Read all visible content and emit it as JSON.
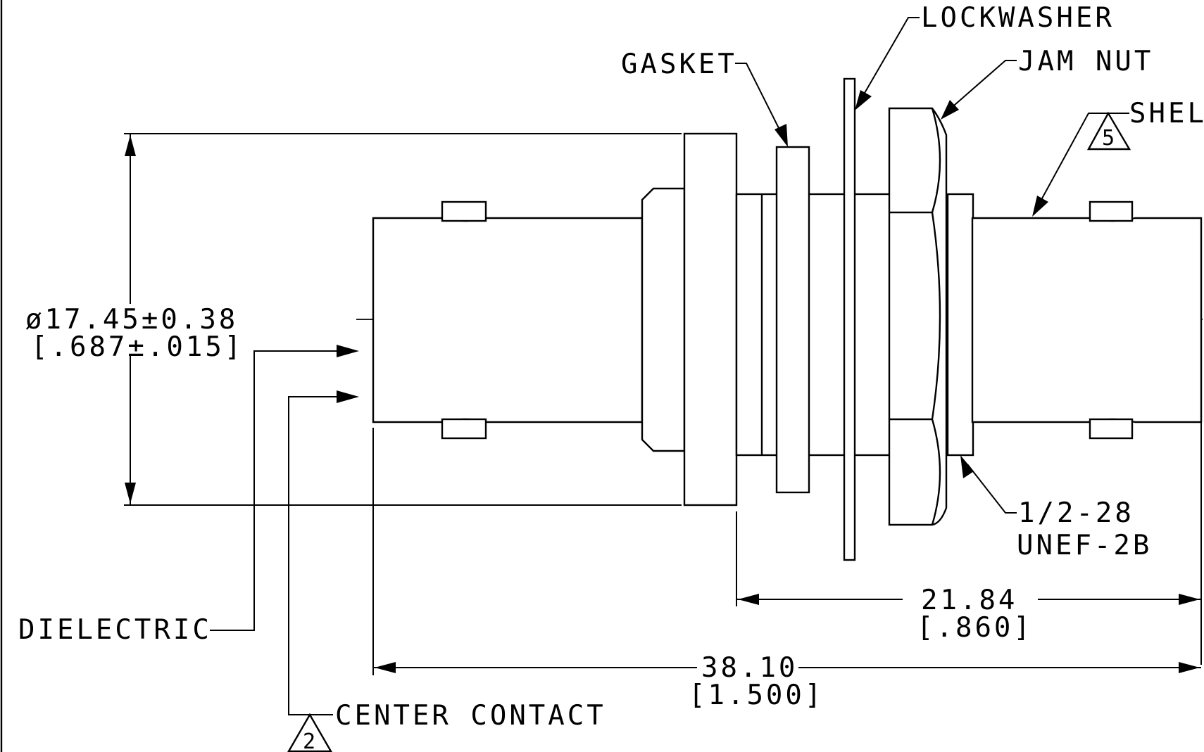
{
  "callouts": {
    "lockwasher": "LOCKWASHER",
    "gasket": "GASKET",
    "jam_nut": "JAM NUT",
    "shell": "SHEL",
    "dielectric": "DIELECTRIC",
    "center_contact": "CENTER CONTACT",
    "thread_line1": "1/2-28",
    "thread_line2": "UNEF-2B"
  },
  "notes": {
    "shell_note": "5",
    "center_contact_note": "2"
  },
  "dimensions": {
    "diameter_metric": "ø17.45±0.38",
    "diameter_inch": "[.687±.015]",
    "length_a_metric": "21.84",
    "length_a_inch": "[.860]",
    "overall_metric": "38.10",
    "overall_inch": "[1.500]"
  }
}
